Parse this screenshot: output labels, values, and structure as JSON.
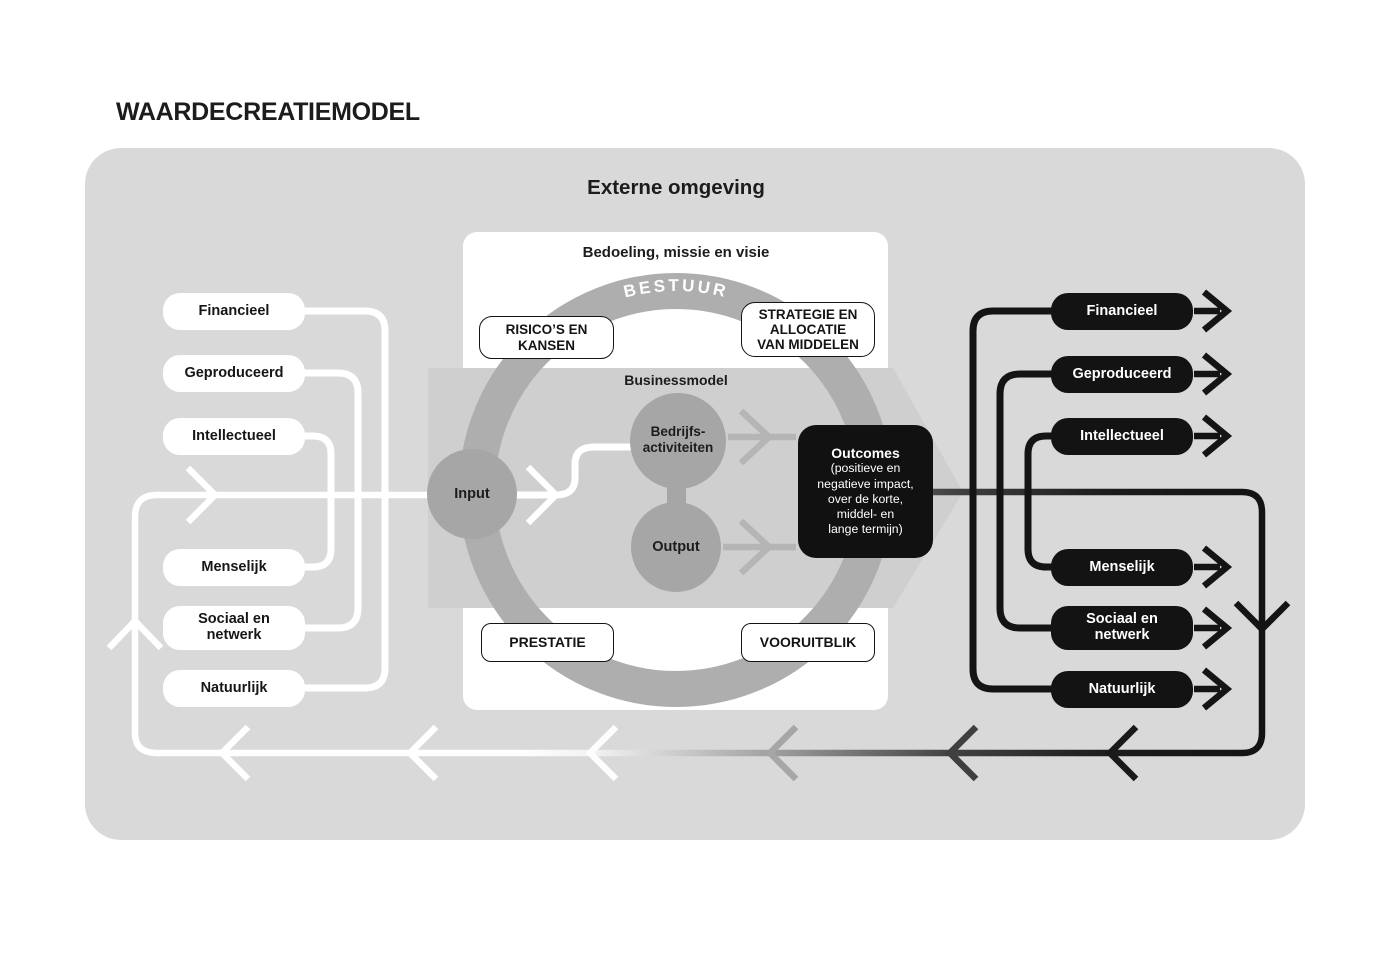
{
  "title": "WAARDECREATIEMODEL",
  "externe_omgeving": "Externe omgeving",
  "inner_model": {
    "purpose": "Bedoeling, missie en visie",
    "governance": "BESTUUR",
    "risks": "RISICO’S EN\nKANSEN",
    "strategy": "STRATEGIE EN\nALLOCATIE\nVAN MIDDELEN",
    "businessmodel": "Businessmodel",
    "input": "Input",
    "activities": "Bedrijfs-\nactiviteiten",
    "output": "Output",
    "performance": "PRESTATIE",
    "outlook": "VOORUITBLIK",
    "outcomes_title": "Outcomes",
    "outcomes_subtitle": "(positieve en\nnegatieve impact,\nover de korte,\nmiddel- en\nlange termijn)"
  },
  "left_capitals": [
    "Financieel",
    "Geproduceerd",
    "Intellectueel",
    "Menselijk",
    "Sociaal en\nnetwerk",
    "Natuurlijk"
  ],
  "right_capitals": [
    "Financieel",
    "Geproduceerd",
    "Intellectueel",
    "Menselijk",
    "Sociaal en\nnetwerk",
    "Natuurlijk"
  ],
  "colors": {
    "panel_gray": "#d9d9d9",
    "band_gray": "#cfcfcf",
    "ring_gray": "#aeaeae",
    "node_gray": "#a6a6a6",
    "line_gray": "#b5b5b5",
    "dark": "#141414",
    "white": "#ffffff"
  }
}
